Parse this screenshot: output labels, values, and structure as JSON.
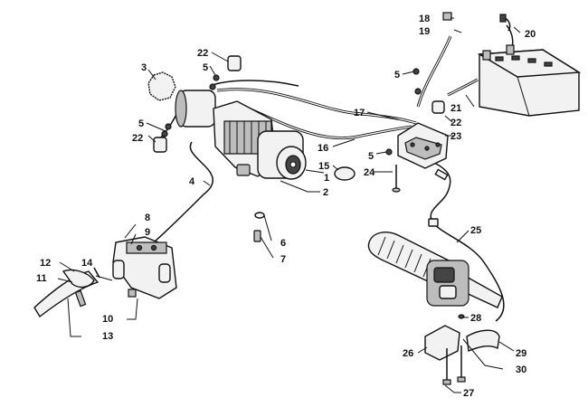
{
  "callouts": {
    "c1": "1",
    "c2": "2",
    "c3": "3",
    "c4": "4",
    "c5a": "5",
    "c5b": "5",
    "c5c": "5",
    "c5d": "5",
    "c6": "6",
    "c7": "7",
    "c8": "8",
    "c9": "9",
    "c10": "10",
    "c11": "11",
    "c12": "12",
    "c13": "13",
    "c14": "14",
    "c15": "15",
    "c16": "16",
    "c17": "17",
    "c18": "18",
    "c19": "19",
    "c20": "20",
    "c21": "21",
    "c22a": "22",
    "c22b": "22",
    "c22c": "22",
    "c23": "23",
    "c24": "24",
    "c25": "25",
    "c26": "26",
    "c27": "27",
    "c28": "28",
    "c29": "29",
    "c30": "30"
  },
  "colors": {
    "ink": "#111111",
    "paper": "#ffffff",
    "shade": "#bdbdbd"
  }
}
